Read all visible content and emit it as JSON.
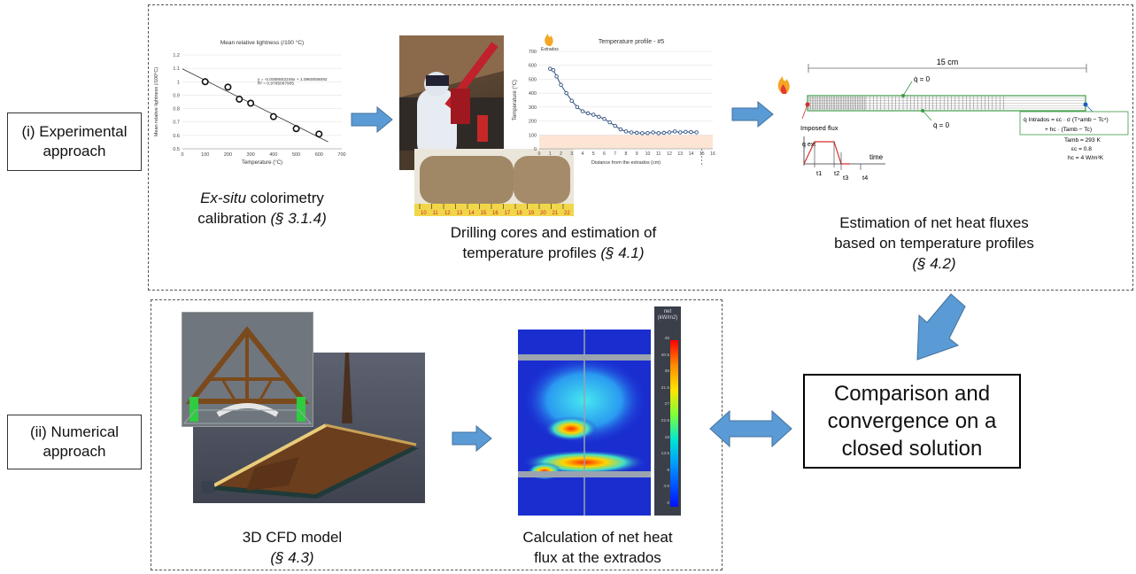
{
  "labels": {
    "experimental": [
      "(i) Experimental",
      "approach"
    ],
    "numerical": [
      "(ii) Numerical",
      "approach"
    ]
  },
  "captions": {
    "colorimetry": {
      "line1_italic": "Ex-situ",
      "line1_rest": " colorimetry",
      "line2": "calibration ",
      "line2_ref": "(§ 3.1.4)"
    },
    "drilling": {
      "line1": "Drilling cores and estimation of",
      "line2": "temperature profiles ",
      "line2_ref": "(§ 4.1)"
    },
    "fluxes": {
      "line1": "Estimation of net heat fluxes",
      "line2": "based on temperature profiles",
      "line3_ref": "(§ 4.2)"
    },
    "cfd": {
      "line1": "3D CFD model",
      "line2_ref": "(§ 4.3)"
    },
    "netflux": {
      "line1": "Calculation of net heat",
      "line2": "flux at the extrados"
    }
  },
  "comparison_box": [
    "Comparison and",
    "convergence on a",
    "closed solution"
  ],
  "chart_data": [
    {
      "type": "scatter",
      "title": "Mean relative lightness (/100 °C)",
      "xlabel": "Temperature (°C)",
      "ylabel": "Mean relative lightness (/100°C)",
      "xlim": [
        0,
        700
      ],
      "ylim": [
        0.5,
        1.2
      ],
      "xticks": [
        "0",
        "100",
        "200",
        "300",
        "400",
        "500",
        "600",
        "700"
      ],
      "yticks": [
        "0.5",
        "0.6",
        "0.7",
        "0.8",
        "0.9",
        "1",
        "1.1",
        "1.2"
      ],
      "x": [
        100,
        200,
        250,
        300,
        400,
        500,
        600
      ],
      "y": [
        1.0,
        0.96,
        0.87,
        0.84,
        0.74,
        0.65,
        0.61
      ],
      "equation": "y = -0.0008502246x + 1.0960056092",
      "r2": "R² = 0.9765067905"
    },
    {
      "type": "line",
      "title": "Temperature profile - #5",
      "xlabel": "Distance from the extrados (cm)",
      "ylabel": "Temperature (°C)",
      "annotation": "Extrados",
      "xlim": [
        0,
        16
      ],
      "ylim": [
        0,
        700
      ],
      "xticks": [
        "0",
        "1",
        "2",
        "3",
        "4",
        "5",
        "6",
        "7",
        "8",
        "9",
        "10",
        "11",
        "12",
        "13",
        "14",
        "15",
        "16"
      ],
      "yticks": [
        "0",
        "100",
        "200",
        "300",
        "400",
        "500",
        "600",
        "700"
      ],
      "x": [
        1,
        1.3,
        1.6,
        2,
        2.5,
        3,
        3.5,
        4,
        4.5,
        5,
        5.5,
        6,
        6.5,
        7,
        7.5,
        8,
        8.5,
        9,
        9.5,
        10,
        10.5,
        11,
        11.5,
        12,
        12.5,
        13,
        13.5,
        14,
        14.5
      ],
      "y": [
        575,
        565,
        520,
        460,
        400,
        345,
        300,
        270,
        255,
        245,
        230,
        215,
        190,
        165,
        140,
        125,
        118,
        115,
        112,
        113,
        118,
        112,
        115,
        118,
        125,
        118,
        122,
        120,
        118
      ],
      "band": [
        0,
        100
      ]
    }
  ],
  "fluxdiagram": {
    "width_label": "15 cm",
    "q_top": "q̇ = 0",
    "q_bottom": "q̇ = 0",
    "imposed_flux": "Imposed flux",
    "q_ext": "q̇ ext",
    "time": "time",
    "times": [
      "t1",
      "t2",
      "t3",
      "t4"
    ],
    "eq1": "q̇ Intrados = εc · σ (T⁴amb − Tc⁴)",
    "eq2": "+ hc · (Tamb − Tc)",
    "eq3": "Tamb = 293 K",
    "eq4": "εc = 0.8",
    "eq5": "hc = 4 W/m²K"
  },
  "heatmap": {
    "unit_line1": "net",
    "unit_line2": "(kW/m2)",
    "ticks": [
      "45",
      "40.5",
      "36",
      "31.5",
      "27",
      "22.5",
      "18",
      "13.5",
      "9",
      "4.5",
      "0"
    ]
  },
  "ruler_numbers": [
    "10",
    "11",
    "12",
    "13",
    "14",
    "15",
    "16",
    "17",
    "18",
    "19",
    "20",
    "21",
    "22"
  ],
  "colors": {
    "arrow": "#5b9bd5",
    "arrow_edge": "#41719c"
  }
}
